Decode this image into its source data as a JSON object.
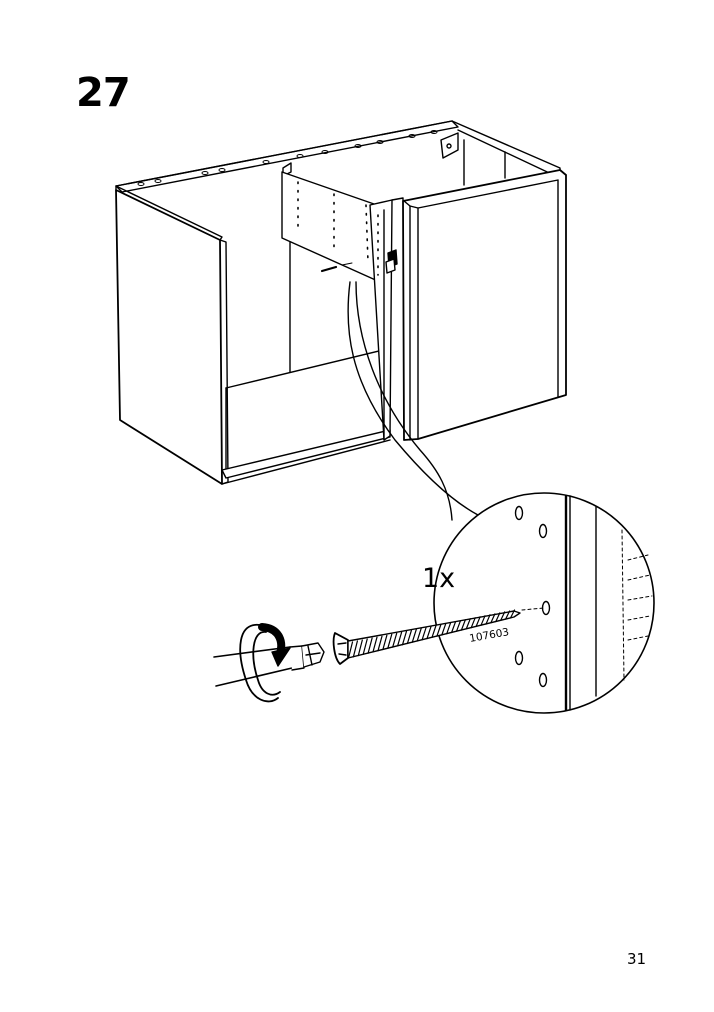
{
  "step": {
    "number": "27"
  },
  "callout": {
    "quantity": "1x",
    "part_number": "107603"
  },
  "page": {
    "number": "31"
  },
  "icons": [
    "cabinet-assembly-illustration",
    "zoom-callout-circle",
    "screw-icon",
    "screwdriver-icon",
    "clockwise-rotation-icon"
  ]
}
